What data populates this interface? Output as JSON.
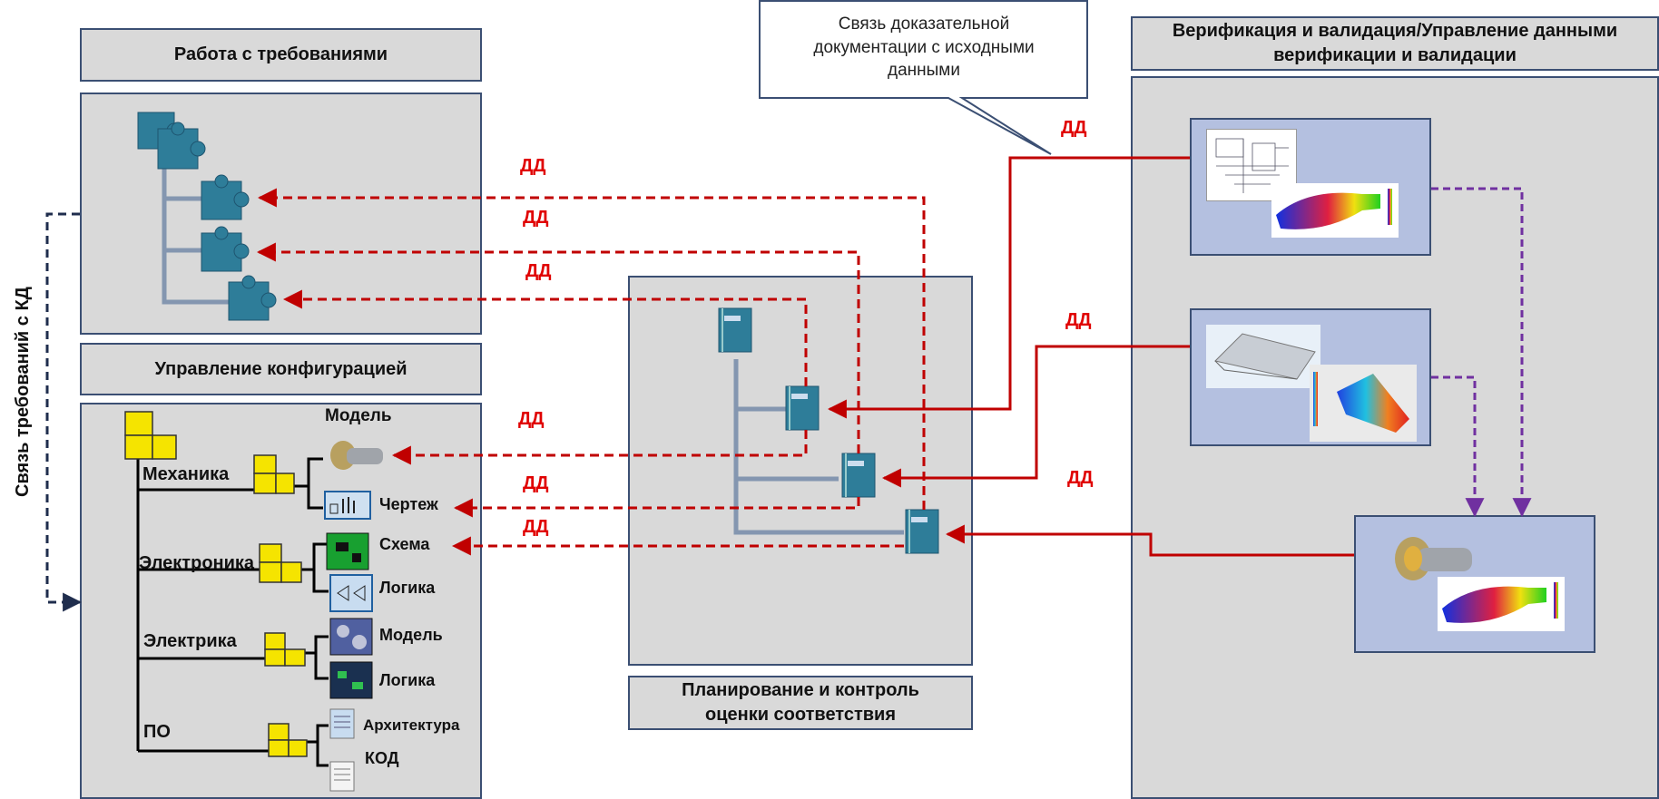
{
  "panels": {
    "requirements": {
      "title": "Работа с требованиями"
    },
    "configuration": {
      "title": "Управление конфигурацией"
    },
    "planning": {
      "title": "Планирование и контроль оценки соответствия"
    },
    "verification": {
      "title": "Верификация и валидация/Управление данными верификации и валидации"
    }
  },
  "callout": {
    "text": "Связь доказательной документации с исходными данными"
  },
  "side_label": "Связь требований с КД",
  "link_label": "ДД",
  "configuration_tree": {
    "header_model": "Модель",
    "branches": [
      {
        "label": "Механика",
        "items": [
          "Модель",
          "Чертеж"
        ]
      },
      {
        "label": "Электроника",
        "items": [
          "Схема",
          "Логика"
        ]
      },
      {
        "label": "Электрика",
        "items": [
          "Модель",
          "Логика"
        ]
      },
      {
        "label": "ПО",
        "items": [
          "Архитектура",
          "КОД"
        ]
      }
    ]
  },
  "colors": {
    "panel_bg": "#d9d9d9",
    "panel_border": "#3b4f73",
    "inner_bg": "#b4c0e0",
    "dd_red": "#e00000",
    "link_red": "#c00000",
    "link_purple": "#7030a0",
    "tree_line": "#8496b0",
    "doc_teal": "#2e7d99",
    "cube_yellow": "#f5e400"
  }
}
